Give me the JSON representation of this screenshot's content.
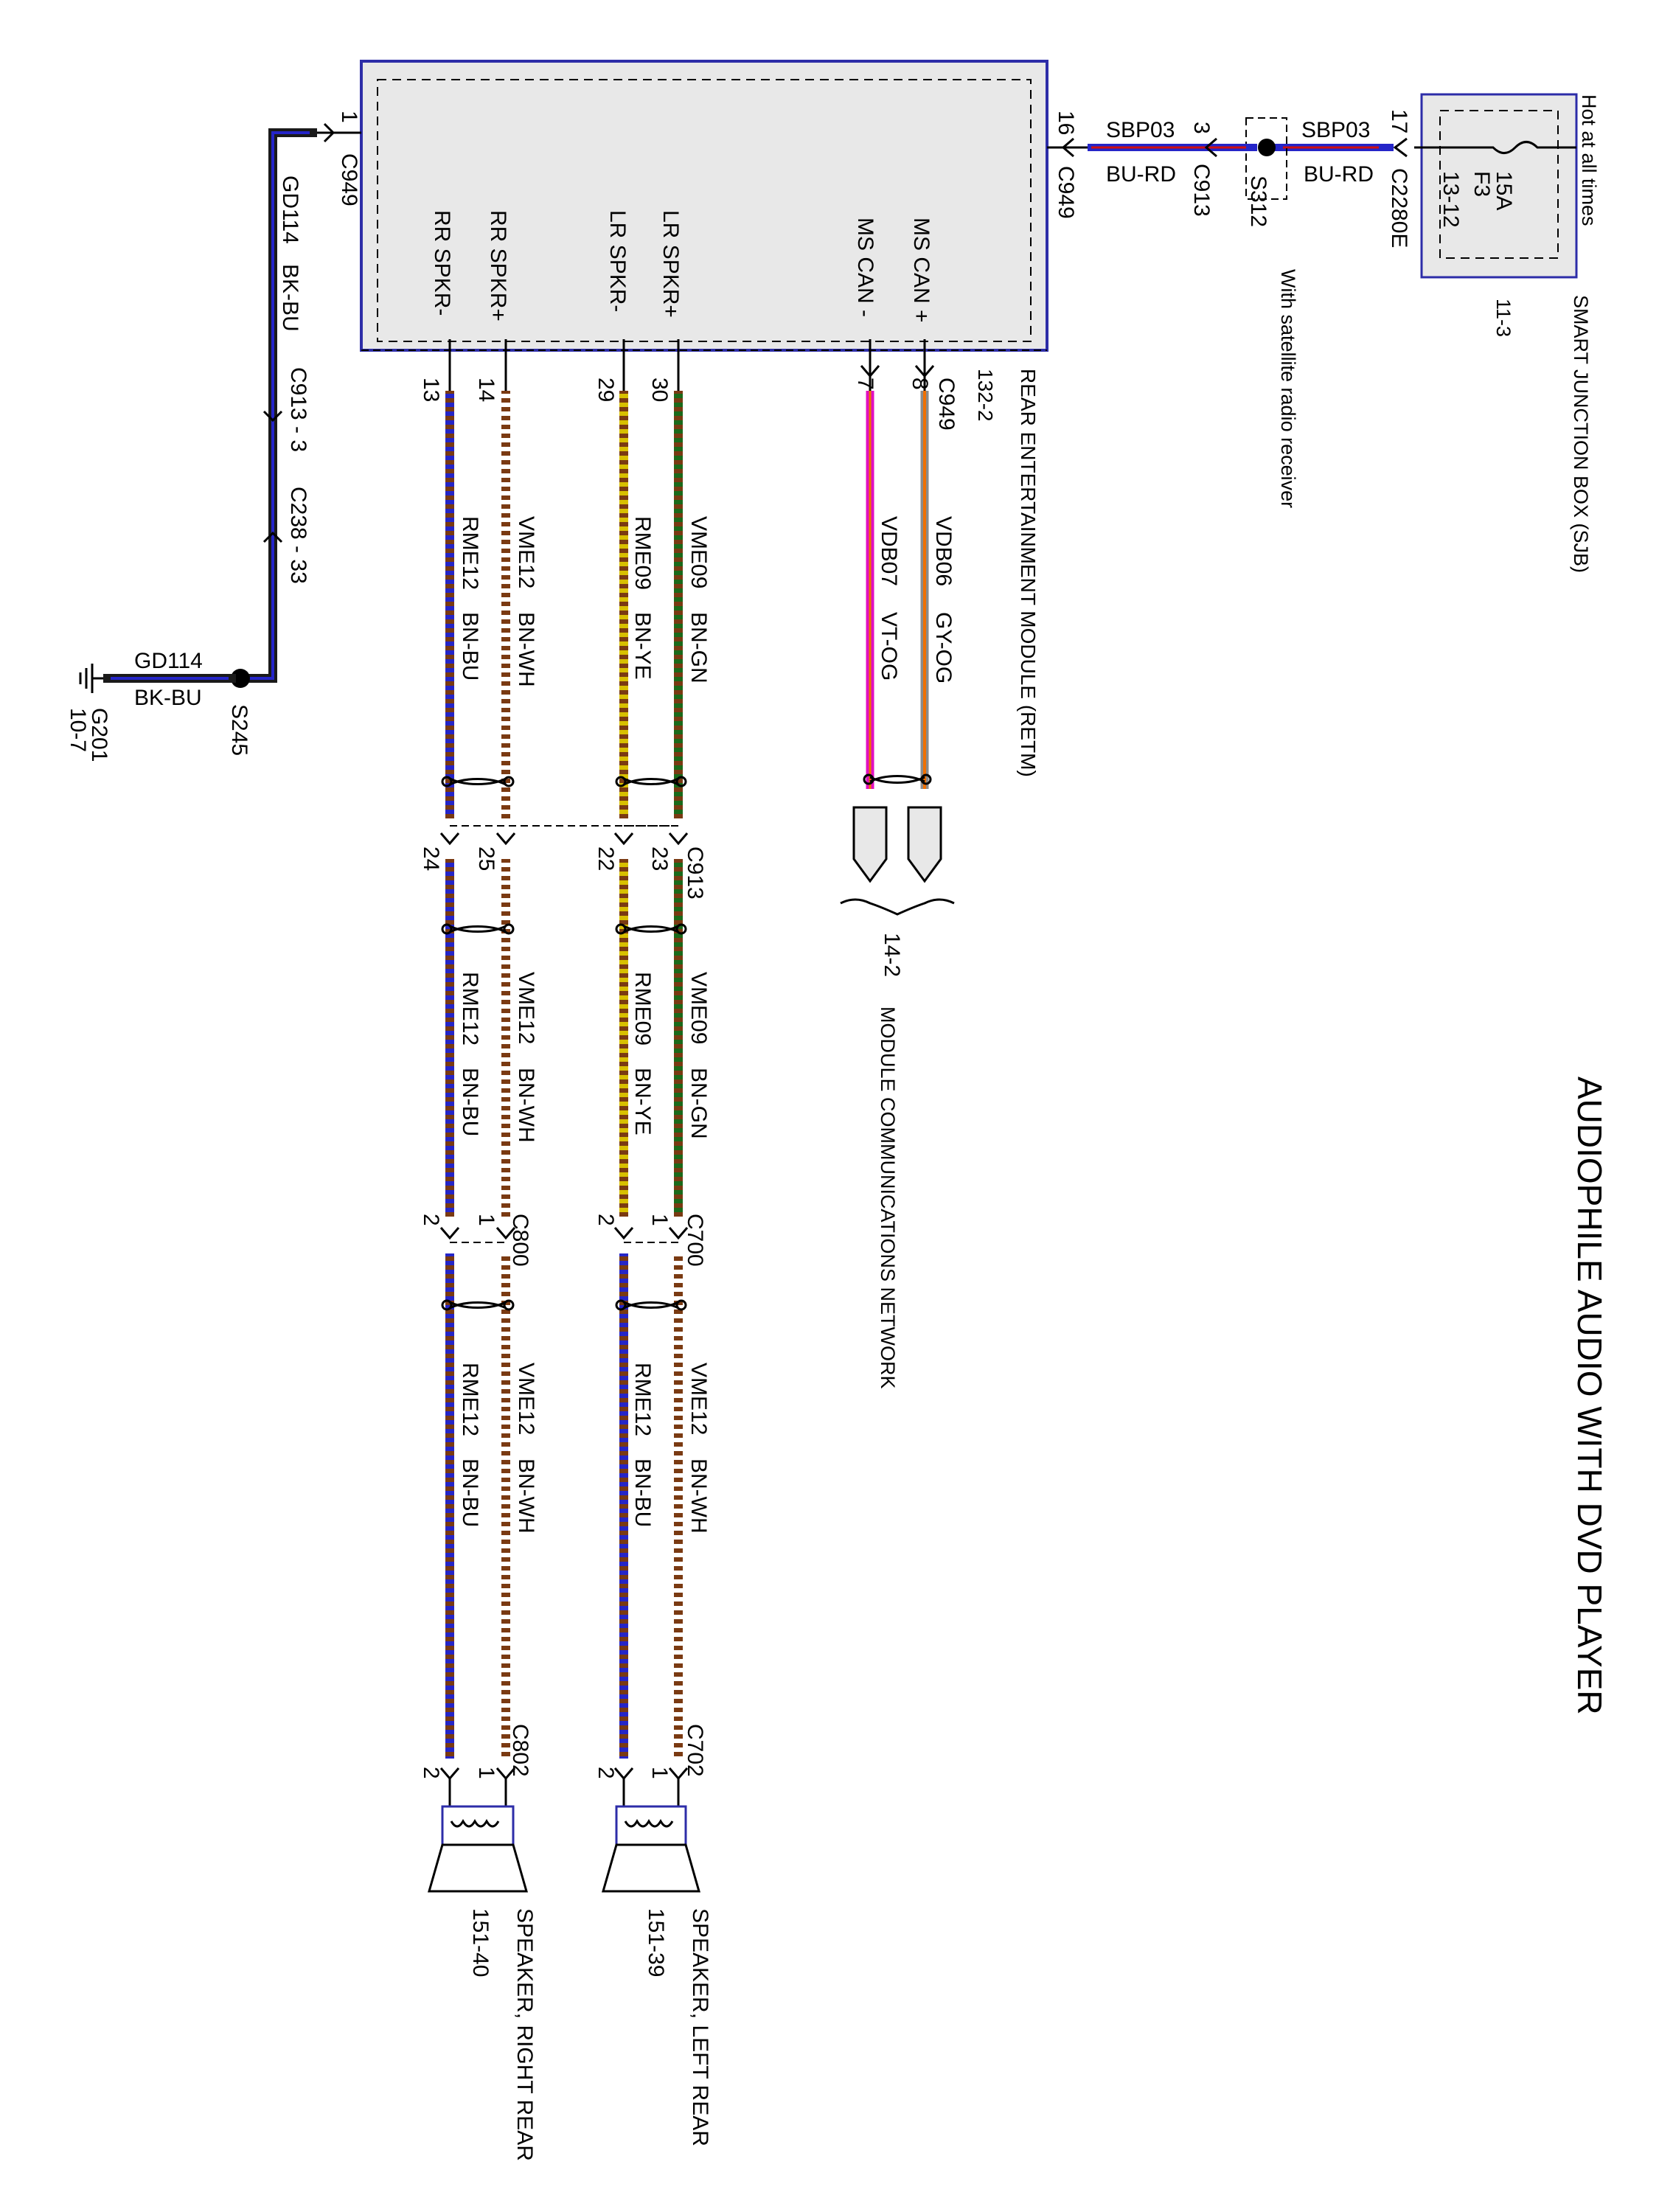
{
  "title": "AUDIOPHILE AUDIO WITH DVD PLAYER",
  "colors": {
    "module_border": "#2d2da8",
    "wire_bk": "#1a1a1a",
    "wire_bu": "#2525c8",
    "wire_bn": "#7a3a12",
    "wire_wh": "#ffffff",
    "wire_gn": "#1a6a1a",
    "wire_ye": "#d8c000",
    "wire_vt": "#8b1a8b",
    "wire_og": "#f07000",
    "wire_gy": "#8a8a8a",
    "wire_rd": "#d01010",
    "magenta": "#e010c0"
  },
  "retm": {
    "name": "REAR ENTERTAINMENT MODULE (RETM)",
    "ref": "132-2",
    "pins": [
      {
        "label": "MS CAN +",
        "pin": "8",
        "connector": "C949"
      },
      {
        "label": "MS CAN -",
        "pin": "7"
      },
      {
        "label": "LR SPKR+",
        "pin": "30"
      },
      {
        "label": "LR SPKR-",
        "pin": "29"
      },
      {
        "label": "RR SPKR+",
        "pin": "14"
      },
      {
        "label": "RR SPKR-",
        "pin": "13"
      }
    ]
  },
  "power": {
    "sjb_name": "SMART JUNCTION BOX (SJB)",
    "sjb_ref": "11-3",
    "hot_label": "Hot at all times",
    "fuse": "F3",
    "fuse_rating": "15A",
    "fuse_ref": "13-12",
    "sjb_pin": "17",
    "sjb_connector": "C2280E",
    "circuit": "SBP03",
    "color": "BU-RD",
    "splice": "S312",
    "splice_note": "With satellite radio receiver",
    "c913_pin": "3",
    "c913": "C913",
    "retm_pin": "16",
    "retm_connector": "C949"
  },
  "ground": {
    "retm_pin": "1",
    "retm_connector": "C949",
    "circuit": "GD114",
    "color": "BK-BU",
    "c913": "C913 - 3",
    "c238": "C238 - 33",
    "splice": "S245",
    "ground_point": "G201",
    "ground_ref": "10-7"
  },
  "can": {
    "plus_circuit": "VDB06",
    "plus_color": "GY-OG",
    "minus_circuit": "VDB07",
    "minus_color": "VT-OG",
    "ref": "14-2",
    "network": "MODULE COMMUNICATIONS NETWORK"
  },
  "left_rear": {
    "pos_pin": "30",
    "neg_pin": "29",
    "seg1": {
      "pos_circuit": "VME09",
      "pos_color": "BN-GN",
      "neg_circuit": "RME09",
      "neg_color": "BN-YE"
    },
    "c913": "C913",
    "c913_pos_pin": "23",
    "c913_neg_pin": "22",
    "seg2": {
      "pos_circuit": "VME09",
      "pos_color": "BN-GN",
      "neg_circuit": "RME09",
      "neg_color": "BN-YE"
    },
    "c700": "C700",
    "c700_pos_pin": "1",
    "c700_neg_pin": "2",
    "seg3": {
      "pos_circuit": "VME12",
      "pos_color": "BN-WH",
      "neg_circuit": "RME12",
      "neg_color": "BN-BU"
    },
    "c702": "C702",
    "c702_pos_pin": "1",
    "c702_neg_pin": "2",
    "speaker": "SPEAKER, LEFT REAR",
    "speaker_ref": "151-39"
  },
  "right_rear": {
    "pos_pin": "14",
    "neg_pin": "13",
    "seg1": {
      "pos_circuit": "VME12",
      "pos_color": "BN-WH",
      "neg_circuit": "RME12",
      "neg_color": "BN-BU"
    },
    "c913_pos_pin": "25",
    "c913_neg_pin": "24",
    "seg2": {
      "pos_circuit": "VME12",
      "pos_color": "BN-WH",
      "neg_circuit": "RME12",
      "neg_color": "BN-BU"
    },
    "c800": "C800",
    "c800_pos_pin": "1",
    "c800_neg_pin": "2",
    "seg3": {
      "pos_circuit": "VME12",
      "pos_color": "BN-WH",
      "neg_circuit": "RME12",
      "neg_color": "BN-BU"
    },
    "c802": "C802",
    "c802_pos_pin": "1",
    "c802_neg_pin": "2",
    "speaker": "SPEAKER, RIGHT REAR",
    "speaker_ref": "151-40"
  }
}
